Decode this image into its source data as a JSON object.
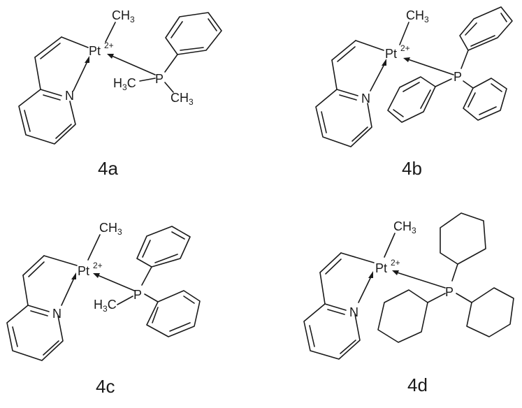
{
  "figure": {
    "compounds": [
      {
        "id": "4a",
        "label": "4a",
        "metal": "Pt",
        "charge": "2+",
        "methyl": "CH",
        "methyl_sub": "3",
        "phosphine": "P",
        "phosphine_substituents": [
          "phenyl",
          "methyl",
          "methyl"
        ],
        "methyl_left_prefix": "H",
        "methyl_left_sub": "3",
        "methyl_left_suffix": "C",
        "methyl_right": "CH",
        "methyl_right_sub": "3",
        "nitrogen": "N"
      },
      {
        "id": "4b",
        "label": "4b",
        "metal": "Pt",
        "charge": "2+",
        "methyl": "CH",
        "methyl_sub": "3",
        "phosphine": "P",
        "phosphine_substituents": [
          "phenyl",
          "phenyl",
          "phenyl"
        ],
        "nitrogen": "N"
      },
      {
        "id": "4c",
        "label": "4c",
        "metal": "Pt",
        "charge": "2+",
        "methyl": "CH",
        "methyl_sub": "3",
        "phosphine": "P",
        "phosphine_substituents": [
          "phenyl",
          "phenyl",
          "methyl"
        ],
        "methyl_left_prefix": "H",
        "methyl_left_sub": "3",
        "methyl_left_suffix": "C",
        "nitrogen": "N"
      },
      {
        "id": "4d",
        "label": "4d",
        "metal": "Pt",
        "charge": "2+",
        "methyl": "CH",
        "methyl_sub": "3",
        "phosphine": "P",
        "phosphine_substituents": [
          "cyclohexyl",
          "cyclohexyl",
          "cyclohexyl"
        ],
        "nitrogen": "N"
      }
    ],
    "colors": {
      "ink": "#1a1a1a",
      "background": "#ffffff"
    }
  }
}
